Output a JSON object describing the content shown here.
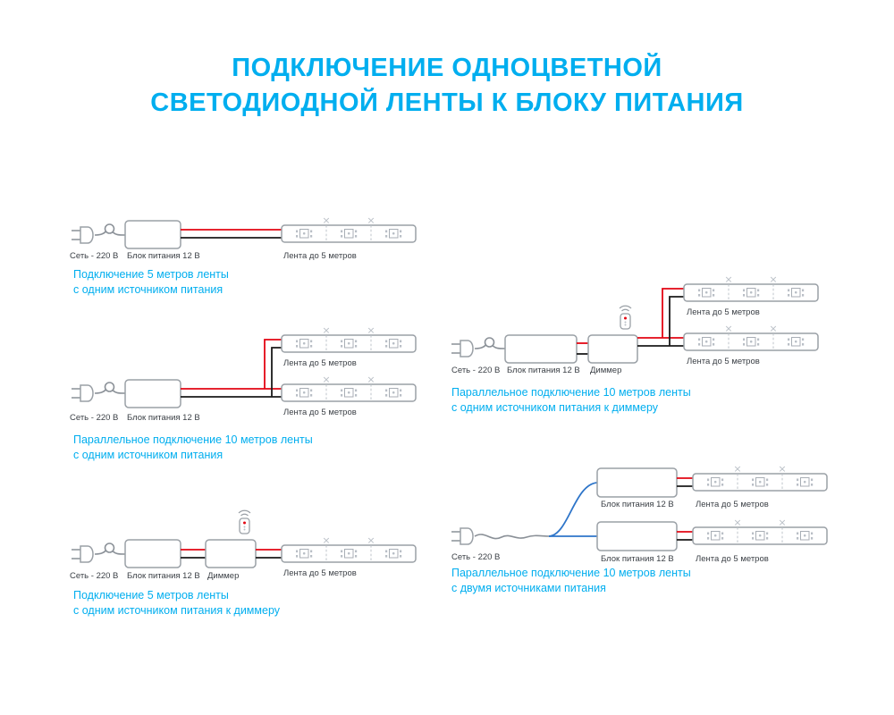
{
  "title": {
    "line1": "ПОДКЛЮЧЕНИЕ ОДНОЦВЕТНОЙ",
    "line2": "СВЕТОДИОДНОЙ ЛЕНТЫ К БЛОКУ ПИТАНИЯ"
  },
  "colors": {
    "accent": "#00AEEF",
    "wire_red": "#E30613",
    "wire_black": "#1A1A1A",
    "wire_blue": "#2E75C9",
    "outline_gray": "#9AA0A6",
    "label_text": "#3A3F45"
  },
  "labels": {
    "mains": "Сеть - 220 В",
    "psu": "Блок питания 12 В",
    "dimmer": "Диммер",
    "strip": "Лента до 5 метров"
  },
  "icons": {
    "plug": "power-plug-icon",
    "cable_loop": "cable-loop-icon",
    "remote": "dimmer-remote-icon",
    "cut_mark": "strip-cut-mark-icon",
    "led_module": "led-module-icon"
  },
  "diagrams": [
    {
      "name": "single-5m-one-psu",
      "caption_line1": "Подключение 5 метров ленты",
      "caption_line2": "с одним источником питания"
    },
    {
      "name": "parallel-10m-one-psu",
      "caption_line1": "Параллельное подключение 10 метров ленты",
      "caption_line2": "с одним источником питания"
    },
    {
      "name": "single-5m-one-psu-dimmer",
      "caption_line1": "Подключение 5 метров ленты",
      "caption_line2": "с одним источником питания к диммеру"
    },
    {
      "name": "parallel-10m-one-psu-dimmer",
      "caption_line1": "Параллельное подключение 10 метров ленты",
      "caption_line2": "с одним источником питания к диммеру"
    },
    {
      "name": "parallel-10m-two-psu",
      "caption_line1": "Параллельное подключение 10 метров ленты",
      "caption_line2": "с двумя источниками питания"
    }
  ]
}
